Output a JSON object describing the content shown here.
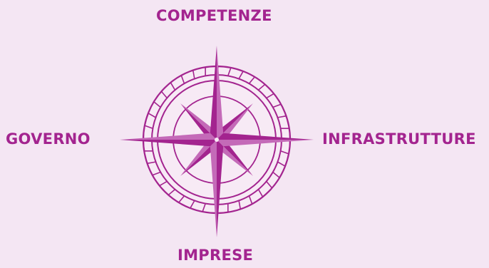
{
  "colors": {
    "background": "#f4e6f3",
    "accent": "#a3248f",
    "accent_light": "#c46ab8",
    "accent_pale": "#f7eaf5"
  },
  "diagram": {
    "icon": "compass-rose",
    "labels": {
      "north": "COMPETENZE",
      "south": "IMPRESE",
      "west": "GOVERNO",
      "east": "INFRASTRUTTURE"
    }
  }
}
